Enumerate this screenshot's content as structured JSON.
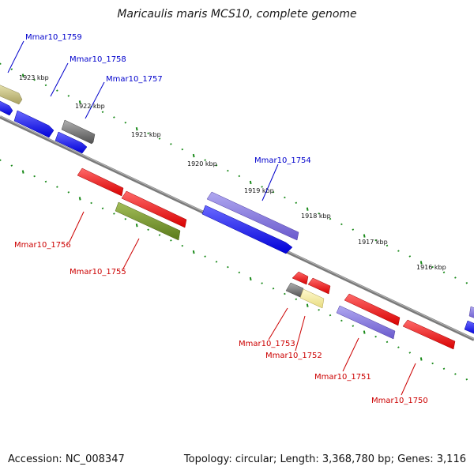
{
  "title": "Maricaulis maris MCS10, complete genome",
  "footer": {
    "accession": "Accession: NC_008347",
    "summary": "Topology: circular; Length: 3,368,780 bp; Genes: 3,116"
  },
  "colors": {
    "forward_label": "#0000cc",
    "reverse_label": "#cc0000",
    "backbone": "#808080",
    "tick": "#1a8a1a"
  },
  "ticks": [
    {
      "label": "1923 kbp"
    },
    {
      "label": "1922 kbp"
    },
    {
      "label": "1921 kbp"
    },
    {
      "label": "1920 kbp"
    },
    {
      "label": "1919 kbp"
    },
    {
      "label": "1918 kbp"
    },
    {
      "label": "1917 kbp"
    },
    {
      "label": "1916 kbp"
    }
  ],
  "genes": [
    {
      "name": "Mmar10_1759",
      "strand": "forward"
    },
    {
      "name": "Mmar10_1758",
      "strand": "forward"
    },
    {
      "name": "Mmar10_1757",
      "strand": "forward"
    },
    {
      "name": "Mmar10_1754",
      "strand": "forward"
    },
    {
      "name": "Mmar10_1756",
      "strand": "reverse"
    },
    {
      "name": "Mmar10_1755",
      "strand": "reverse"
    },
    {
      "name": "Mmar10_1753",
      "strand": "reverse"
    },
    {
      "name": "Mmar10_1752",
      "strand": "reverse"
    },
    {
      "name": "Mmar10_1751",
      "strand": "reverse"
    },
    {
      "name": "Mmar10_1750",
      "strand": "reverse"
    }
  ]
}
